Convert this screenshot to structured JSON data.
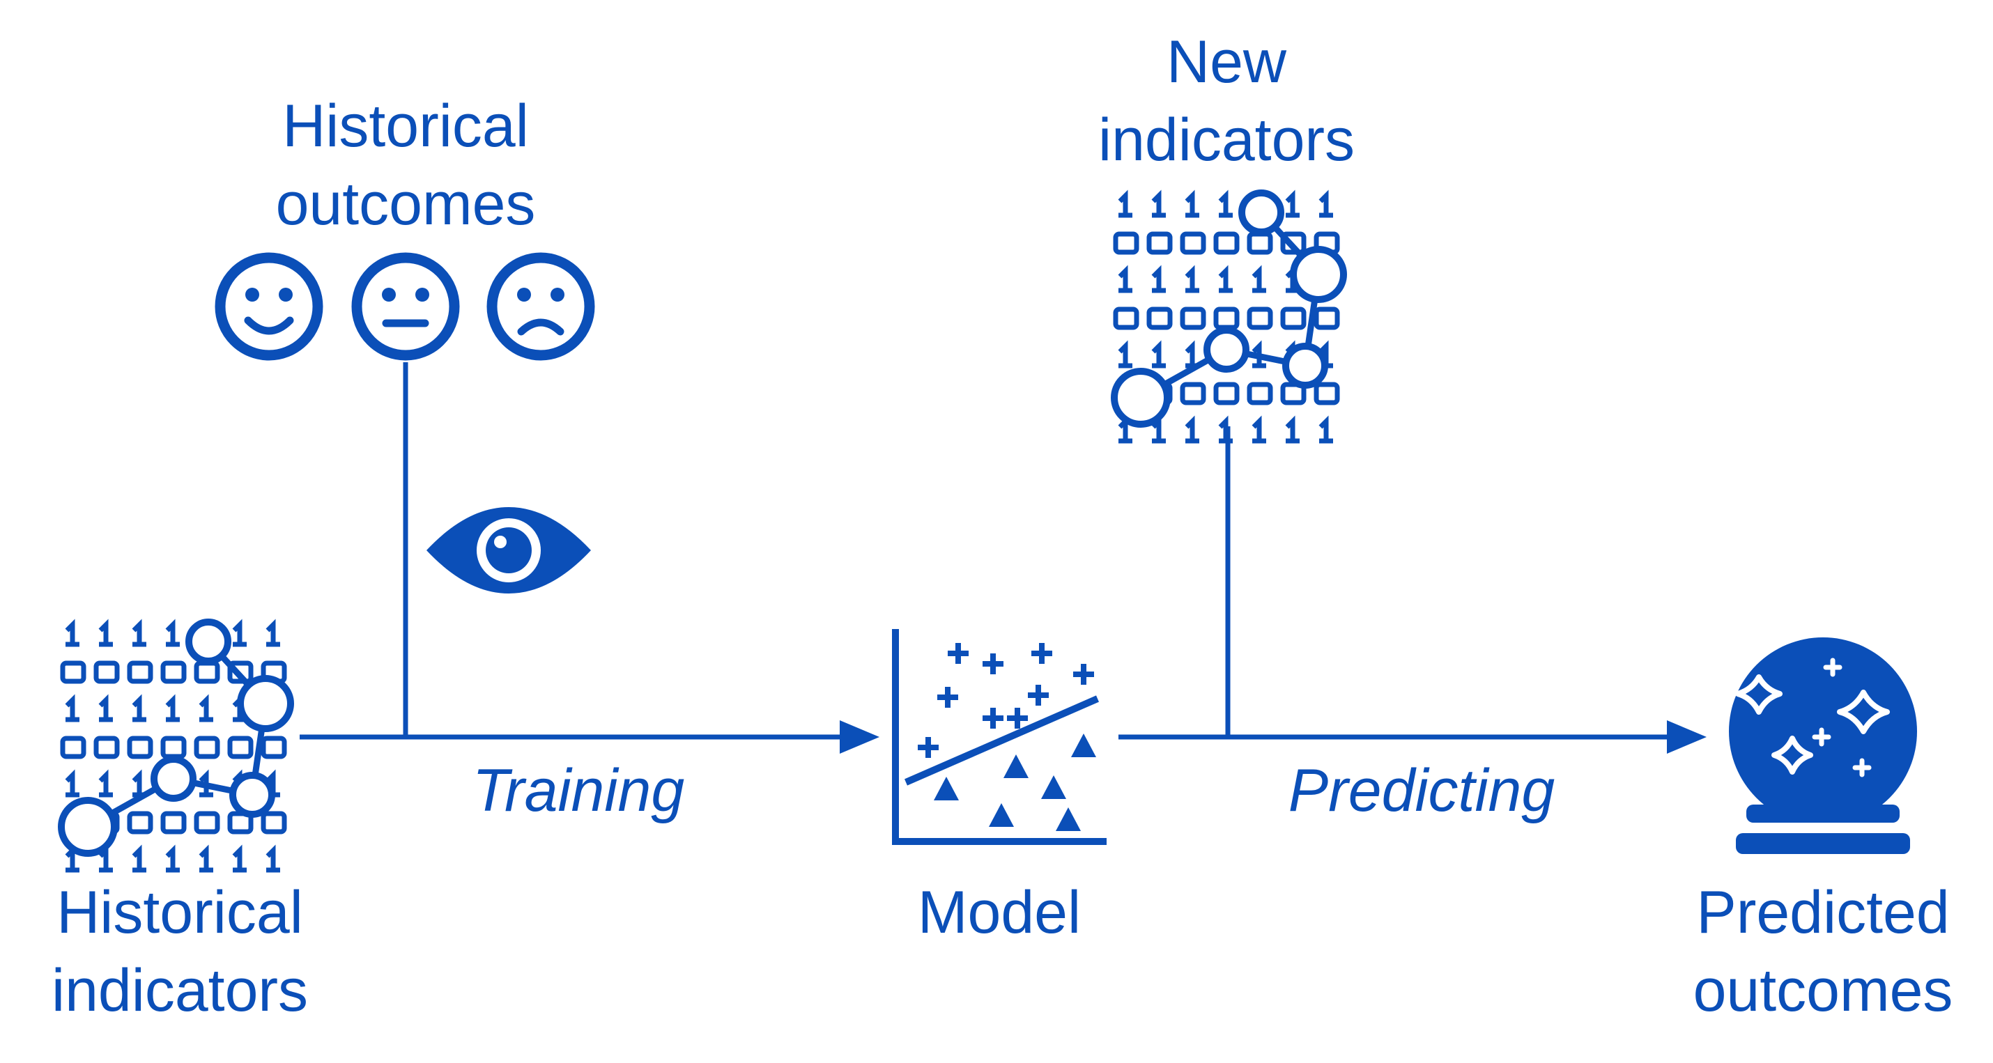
{
  "colors": {
    "primary": "#0b4fb8",
    "background": "#ffffff"
  },
  "labels": {
    "historical_outcomes": [
      "Historical",
      "outcomes"
    ],
    "new_indicators": [
      "New",
      "indicators"
    ],
    "historical_indicators": [
      "Historical",
      "indicators"
    ],
    "model": "Model",
    "predicted_outcomes": [
      "Predicted",
      "outcomes"
    ],
    "training": "Training",
    "predicting": "Predicting"
  },
  "icons": {
    "outcome_faces": [
      "happy-face-icon",
      "neutral-face-icon",
      "sad-face-icon"
    ],
    "observe": "eye-icon",
    "indicators": "binary-data-chart-icon",
    "model": "scatter-regression-icon",
    "prediction": "crystal-ball-icon"
  },
  "binary_rows": [
    "1111 11",
    "0000000",
    "1111111",
    "0000000",
    "1111111",
    "0000000",
    "1111111"
  ]
}
